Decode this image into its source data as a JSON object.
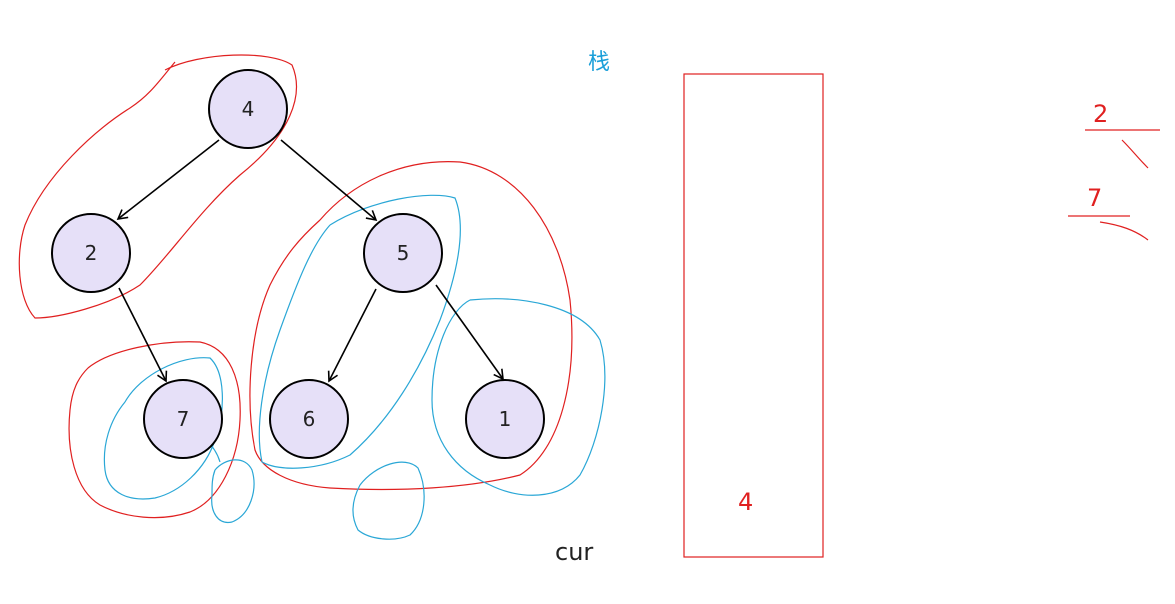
{
  "labels": {
    "stack": "栈",
    "cur": "cur",
    "stack_content": "4",
    "output_first": "2",
    "output_second": "7"
  },
  "tree": {
    "nodes": [
      {
        "id": "n4",
        "label": "4"
      },
      {
        "id": "n2",
        "label": "2"
      },
      {
        "id": "n5",
        "label": "5"
      },
      {
        "id": "n7",
        "label": "7"
      },
      {
        "id": "n6",
        "label": "6"
      },
      {
        "id": "n1",
        "label": "1"
      }
    ],
    "edges": [
      {
        "from": "4",
        "to": "2"
      },
      {
        "from": "4",
        "to": "5"
      },
      {
        "from": "2",
        "to": "7"
      },
      {
        "from": "5",
        "to": "6"
      },
      {
        "from": "5",
        "to": "1"
      }
    ]
  },
  "colors": {
    "node_fill": "#e6e0f8",
    "red_ink": "#e02020",
    "blue_ink": "#2aa7d6",
    "stack_label": "#1a9fd9"
  }
}
